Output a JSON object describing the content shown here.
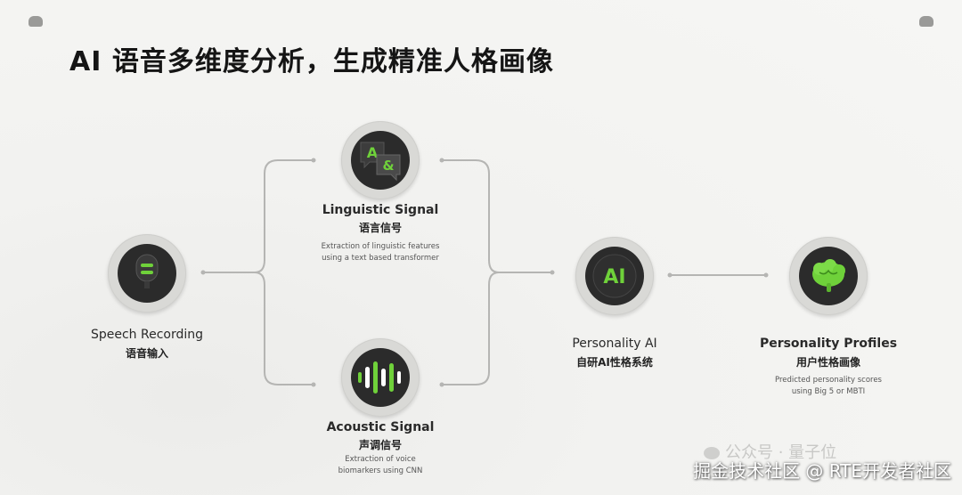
{
  "title": "AI 语音多维度分析，生成精准人格画像",
  "nodes": {
    "speech": {
      "title": "Speech Recording",
      "subtitle": "语音输入",
      "icon": "microphone-icon"
    },
    "linguistic": {
      "title": "Linguistic Signal",
      "subtitle": "语言信号",
      "desc": [
        "Extraction of linguistic features",
        "using a text based transformer"
      ],
      "icon": "chat-bubbles-icon",
      "icon_text_a": "A",
      "icon_text_b": "&"
    },
    "acoustic": {
      "title": "Acoustic Signal",
      "subtitle": "声调信号",
      "desc": [
        "Extraction of voice",
        "biomarkers using CNN"
      ],
      "icon": "soundwave-icon"
    },
    "ai": {
      "title": "Personality AI",
      "subtitle": "自研AI性格系统",
      "icon": "ai-badge-icon",
      "icon_text": "AI"
    },
    "profiles": {
      "title": "Personality Profiles",
      "subtitle": "用户性格画像",
      "desc": [
        "Predicted personality scores",
        "using Big 5 or MBTI"
      ],
      "icon": "brain-icon"
    }
  },
  "watermarks": {
    "wechat": "公众号 · 量子位",
    "community": "掘金技术社区 @ RTE开发者社区"
  },
  "colors": {
    "accent": "#6fd13a",
    "icon_bg": "#2b2b2b",
    "circle": "#d9d9d6",
    "line": "#b5b5b3"
  }
}
